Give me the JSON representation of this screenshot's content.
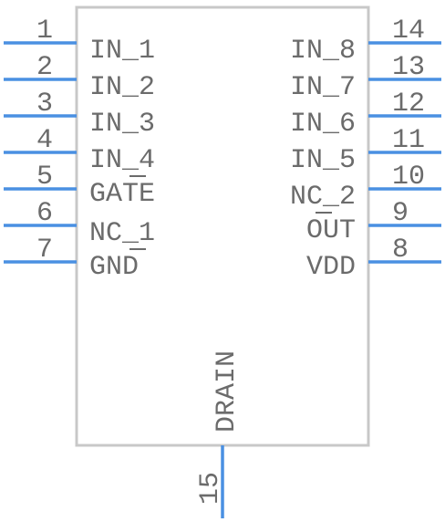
{
  "component": {
    "left_pins": [
      {
        "number": "1",
        "label": "IN_1"
      },
      {
        "number": "2",
        "label": "IN_2"
      },
      {
        "number": "3",
        "label": "IN_3"
      },
      {
        "number": "4",
        "label": "IN_4"
      },
      {
        "number": "5",
        "label": "GATE",
        "overbar": "T"
      },
      {
        "number": "6",
        "label": "NC_1"
      },
      {
        "number": "7",
        "label": "GND",
        "overbar": "D"
      }
    ],
    "right_pins": [
      {
        "number": "14",
        "label": "IN_8"
      },
      {
        "number": "13",
        "label": "IN_7"
      },
      {
        "number": "12",
        "label": "IN_6"
      },
      {
        "number": "11",
        "label": "IN_5"
      },
      {
        "number": "10",
        "label": "NC_2"
      },
      {
        "number": "9",
        "label": "OUT",
        "overbar": "U"
      },
      {
        "number": "8",
        "label": "VDD"
      }
    ],
    "bottom_pin": {
      "number": "15",
      "label": "DRAIN"
    },
    "colors": {
      "pin": "#4a90e2",
      "outline": "#c8c8c8",
      "text": "#6b6b6b"
    }
  }
}
